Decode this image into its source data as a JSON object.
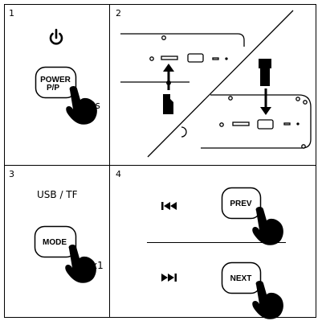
{
  "panels": [
    {
      "number": "1",
      "button_label_line1": "POWER",
      "button_label_line2": "P/P",
      "hold_label": "3s",
      "icon": "power-icon"
    },
    {
      "number": "2",
      "cards": [
        "micro-sd-card-icon",
        "usb-stick-icon"
      ]
    },
    {
      "number": "3",
      "mode_caption": "USB / TF",
      "button_label": "MODE",
      "press_count": "x1"
    },
    {
      "number": "4",
      "prev_button_label": "PREV",
      "next_button_label": "NEXT",
      "prev_icon": "previous-track-icon",
      "next_icon": "next-track-icon"
    }
  ],
  "colors": {
    "line": "#000000",
    "background": "#ffffff"
  }
}
